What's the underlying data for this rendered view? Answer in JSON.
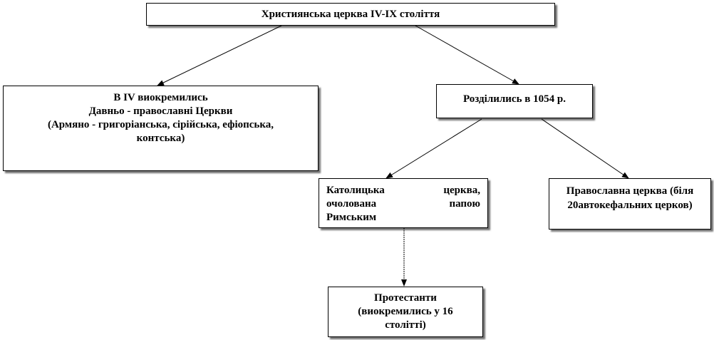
{
  "nodes": {
    "root": {
      "lines": [
        "Християнська церква IV-IX століття"
      ]
    },
    "ancient": {
      "lines": [
        "В IV виокремились",
        "Давньо - православні Церкви",
        "(Армяно - григоріанська, сірійська, ефіопська,",
        "контська)"
      ]
    },
    "split": {
      "lines": [
        "Розділились в 1054 р."
      ]
    },
    "catholic": {
      "line1": [
        "Католицька",
        "церква,"
      ],
      "line2": [
        "очолована",
        "папою"
      ],
      "line3": "Римським"
    },
    "orthodox": {
      "lines": [
        "Православна церква (біля",
        "20автокефальних церков)"
      ]
    },
    "protestant": {
      "lines": [
        "Протестанти",
        "(виокремились у 16",
        "столітті)"
      ]
    }
  }
}
